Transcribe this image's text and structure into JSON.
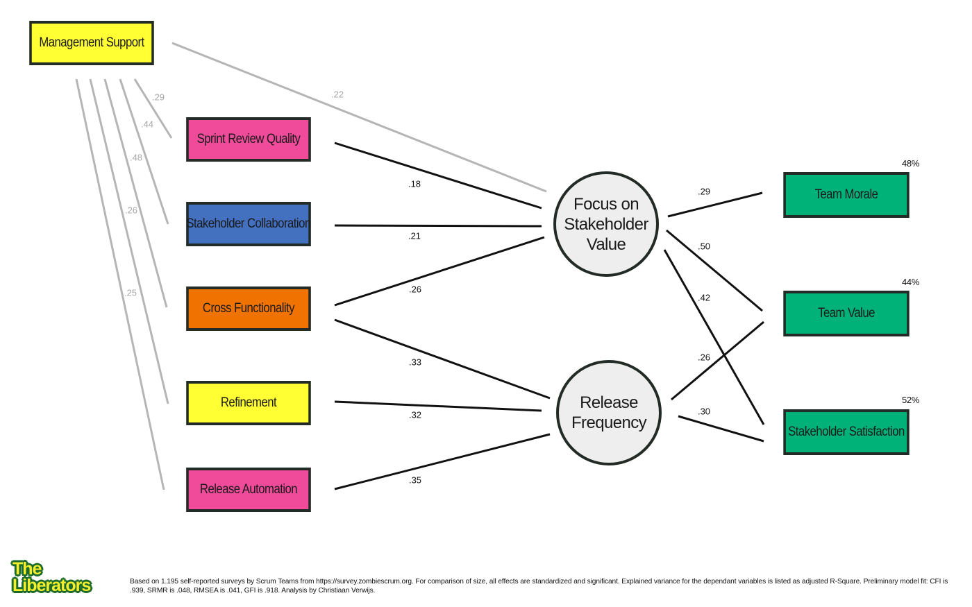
{
  "nodes": {
    "management_support": {
      "label": "Management Support",
      "color": "#ffff33"
    },
    "sprint_review_quality": {
      "label": "Sprint Review Quality",
      "color": "#ef4b9a"
    },
    "stakeholder_collaboration": {
      "label": "Stakeholder Collaboration",
      "color": "#4470c0"
    },
    "cross_functionality": {
      "label": "Cross Functionality",
      "color": "#f07200"
    },
    "refinement": {
      "label": "Refinement",
      "color": "#ffff33"
    },
    "release_automation": {
      "label": "Release Automation",
      "color": "#ef4b9a"
    },
    "focus_on_stakeholder_value": {
      "label": "Focus on\nStakeholder\nValue"
    },
    "release_frequency": {
      "label": "Release\nFrequency"
    },
    "team_morale": {
      "label": "Team Morale",
      "color": "#00b277",
      "r2": "48%"
    },
    "team_value": {
      "label": "Team Value",
      "color": "#00b277",
      "r2": "44%"
    },
    "stakeholder_satisfaction": {
      "label": "Stakeholder Satisfaction",
      "color": "#00b277",
      "r2": "52%"
    }
  },
  "edges": {
    "ms_srq": {
      "label": ".29",
      "style": "gray"
    },
    "ms_sc": {
      "label": ".44",
      "style": "gray"
    },
    "ms_cf": {
      "label": ".48",
      "style": "gray"
    },
    "ms_ref": {
      "label": ".26",
      "style": "gray"
    },
    "ms_ra": {
      "label": ".25",
      "style": "gray"
    },
    "ms_fsv": {
      "label": ".22",
      "style": "gray"
    },
    "srq_fsv": {
      "label": ".18",
      "style": "black"
    },
    "sc_fsv": {
      "label": ".21",
      "style": "black"
    },
    "cf_fsv": {
      "label": ".26",
      "style": "black"
    },
    "cf_rf": {
      "label": ".33",
      "style": "black"
    },
    "ref_rf": {
      "label": ".32",
      "style": "black"
    },
    "ra_rf": {
      "label": ".35",
      "style": "black"
    },
    "fsv_tm": {
      "label": ".29",
      "style": "black"
    },
    "fsv_tv": {
      "label": ".50",
      "style": "black"
    },
    "fsv_ss": {
      "label": ".42",
      "style": "black"
    },
    "rf_tv": {
      "label": ".26",
      "style": "black"
    },
    "rf_ss": {
      "label": ".30",
      "style": "black"
    }
  },
  "colors": {
    "gray_line": "#b5b5b5",
    "gray_label": "#a8a8a8",
    "black_line": "#111111"
  },
  "logo": {
    "line1": "The",
    "line2": "Liberators"
  },
  "footnote": "Based on 1.195 self-reported surveys by Scrum Teams from https://survey.zombiescrum.org. For comparison of size, all effects are standardized and significant. Explained variance for the dependant variables is listed as adjusted R-Square. Preliminary model fit: CFI is .939, SRMR is .048, RMSEA is .041, GFI is .918. Analysis by Christiaan Verwijs."
}
